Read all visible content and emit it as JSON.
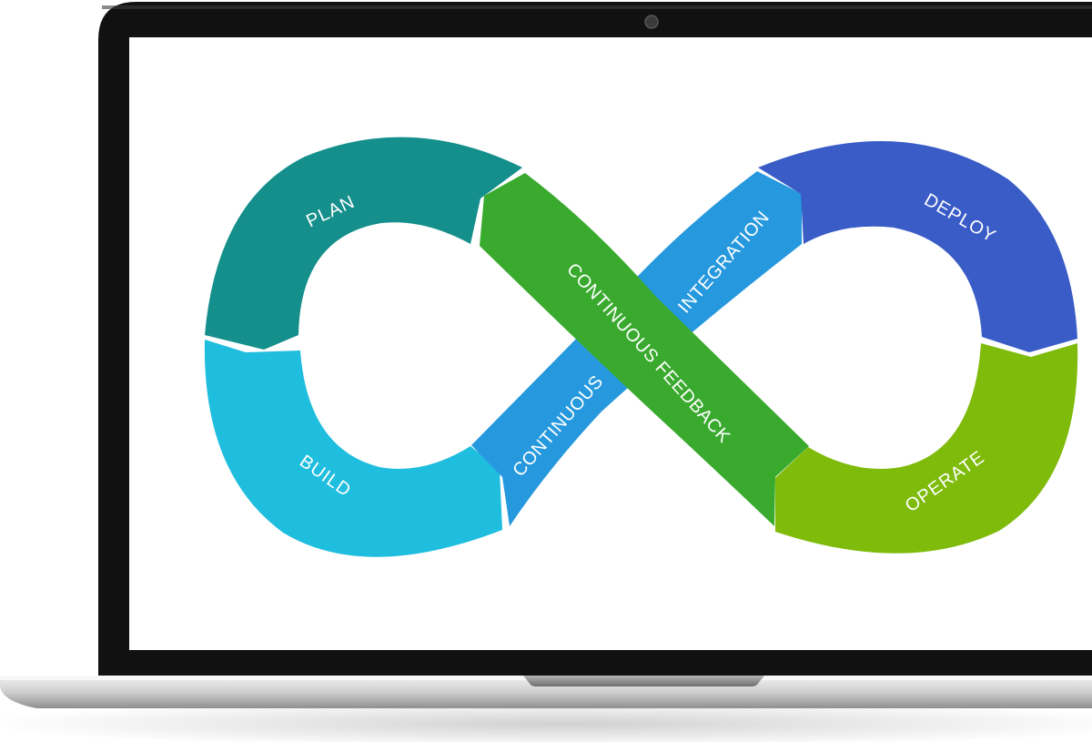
{
  "diagram": {
    "segments": [
      {
        "id": "plan",
        "label": "PLAN",
        "color": "#148F8C"
      },
      {
        "id": "build",
        "label": "BUILD",
        "color": "#1FBDDE"
      },
      {
        "id": "deploy",
        "label": "DEPLOY",
        "color": "#3A5CC6"
      },
      {
        "id": "operate",
        "label": "OPERATE",
        "color": "#7EBB0B"
      }
    ],
    "bands": {
      "integration": {
        "label_lower": "CONTINUOUS",
        "label_upper": "INTEGRATION",
        "color": "#2699DE"
      },
      "feedback": {
        "label": "CONTINUOUS FEEDBACK",
        "color": "#3AAA2F"
      }
    }
  },
  "device": {
    "frame_color": "#111111",
    "screen_color": "#ffffff",
    "base_color": "#d9d9d9"
  }
}
